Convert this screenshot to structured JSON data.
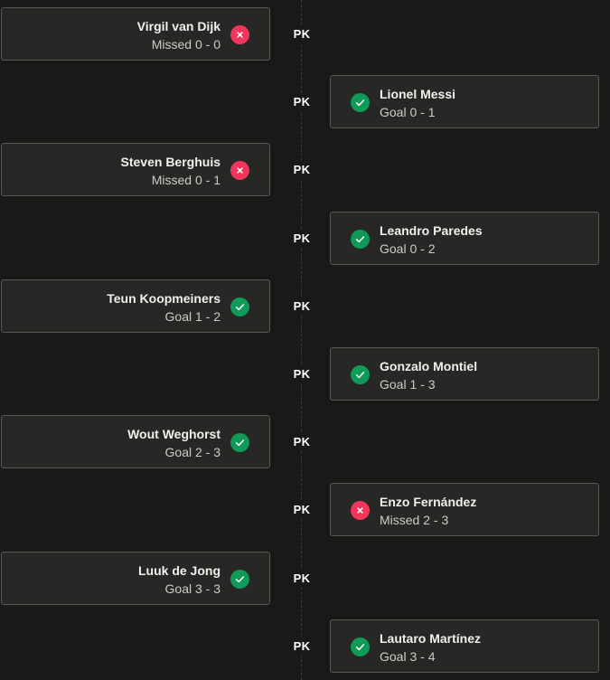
{
  "pk_label": "PK",
  "colors": {
    "background": "#1a1918",
    "card": "#272725",
    "card_border": "#5a5753",
    "goal": "#0f9a58",
    "missed": "#f2365b"
  },
  "kicks": [
    {
      "side": "left",
      "player": "Virgil van Dijk",
      "result": "Missed 0 - 0",
      "outcome": "missed",
      "icon": "x-icon"
    },
    {
      "side": "right",
      "player": "Lionel Messi",
      "result": "Goal 0 - 1",
      "outcome": "goal",
      "icon": "check-icon"
    },
    {
      "side": "left",
      "player": "Steven Berghuis",
      "result": "Missed 0 - 1",
      "outcome": "missed",
      "icon": "x-icon"
    },
    {
      "side": "right",
      "player": "Leandro Paredes",
      "result": "Goal 0 - 2",
      "outcome": "goal",
      "icon": "check-icon"
    },
    {
      "side": "left",
      "player": "Teun Koopmeiners",
      "result": "Goal 1 - 2",
      "outcome": "goal",
      "icon": "check-icon"
    },
    {
      "side": "right",
      "player": "Gonzalo Montiel",
      "result": "Goal 1 - 3",
      "outcome": "goal",
      "icon": "check-icon"
    },
    {
      "side": "left",
      "player": "Wout Weghorst",
      "result": "Goal 2 - 3",
      "outcome": "goal",
      "icon": "check-icon"
    },
    {
      "side": "right",
      "player": "Enzo Fernández",
      "result": "Missed 2 - 3",
      "outcome": "missed",
      "icon": "x-icon"
    },
    {
      "side": "left",
      "player": "Luuk de Jong",
      "result": "Goal 3 - 3",
      "outcome": "goal",
      "icon": "check-icon"
    },
    {
      "side": "right",
      "player": "Lautaro Martínez",
      "result": "Goal 3 - 4",
      "outcome": "goal",
      "icon": "check-icon"
    }
  ]
}
